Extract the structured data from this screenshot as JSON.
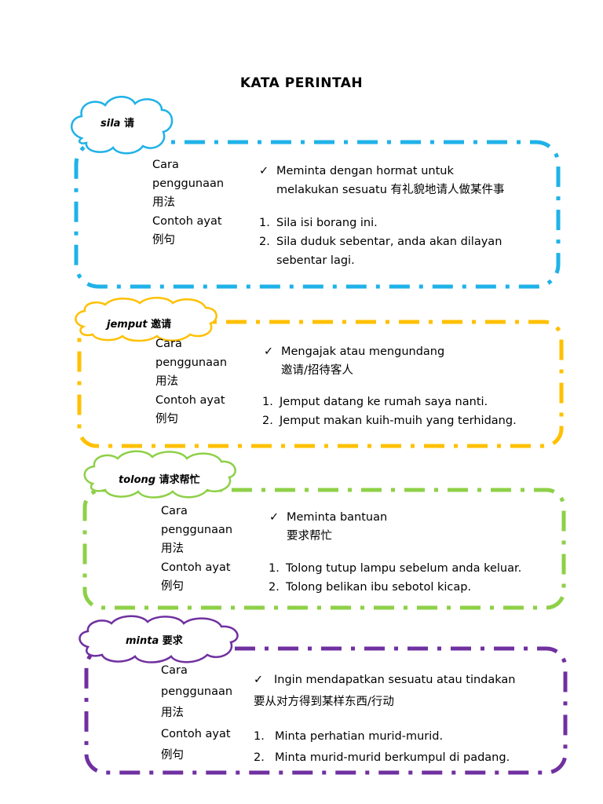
{
  "title": "KATA PERINTAH",
  "colors": {
    "sila": "#1fb2e8",
    "jemput": "#ffc000",
    "tolong": "#8ed047",
    "minta": "#7030a0"
  },
  "labels": {
    "cara": "Cara",
    "penggunaan": "penggunaan",
    "penggunaan_cn": "用法",
    "contoh": "Contoh ayat",
    "contoh_cn": "例句"
  },
  "sections": [
    {
      "keyword": "sila",
      "keyword_cn": "请",
      "check_mark": "✓",
      "usage_line1": "Meminta dengan hormat untuk",
      "usage_line2": "melakukan sesuatu 有礼貌地请人做某件事",
      "examples": [
        {
          "n": "1.",
          "text": "Sila isi borang ini."
        },
        {
          "n": "2.",
          "text": "Sila duduk sebentar, anda akan dilayan"
        },
        {
          "n": "",
          "text": "sebentar lagi."
        }
      ]
    },
    {
      "keyword": "jemput",
      "keyword_cn": "邀请",
      "check_mark": "✓",
      "usage_line1": "Mengajak  atau mengundang",
      "usage_line2": "邀请/招待客人",
      "examples": [
        {
          "n": "1.",
          "text": "Jemput datang ke rumah saya nanti."
        },
        {
          "n": "2.",
          "text": "Jemput makan kuih-muih yang terhidang."
        }
      ]
    },
    {
      "keyword": "tolong",
      "keyword_cn": "请求帮忙",
      "check_mark": "✓",
      "usage_line1": "Meminta bantuan",
      "usage_line2": "要求帮忙",
      "examples": [
        {
          "n": "1.",
          "text": "Tolong tutup lampu sebelum anda keluar."
        },
        {
          "n": "2.",
          "text": "Tolong belikan ibu sebotol kicap."
        }
      ]
    },
    {
      "keyword": "minta",
      "keyword_cn": "要求",
      "check_mark": "✓",
      "usage_line1": "Ingin mendapatkan sesuatu atau tindakan",
      "usage_line2": "要从对方得到某样东西/行动",
      "examples": [
        {
          "n": "1.",
          "text": "Minta perhatian murid-murid."
        },
        {
          "n": "2.",
          "text": "Minta murid-murid berkumpul di padang."
        }
      ]
    }
  ]
}
